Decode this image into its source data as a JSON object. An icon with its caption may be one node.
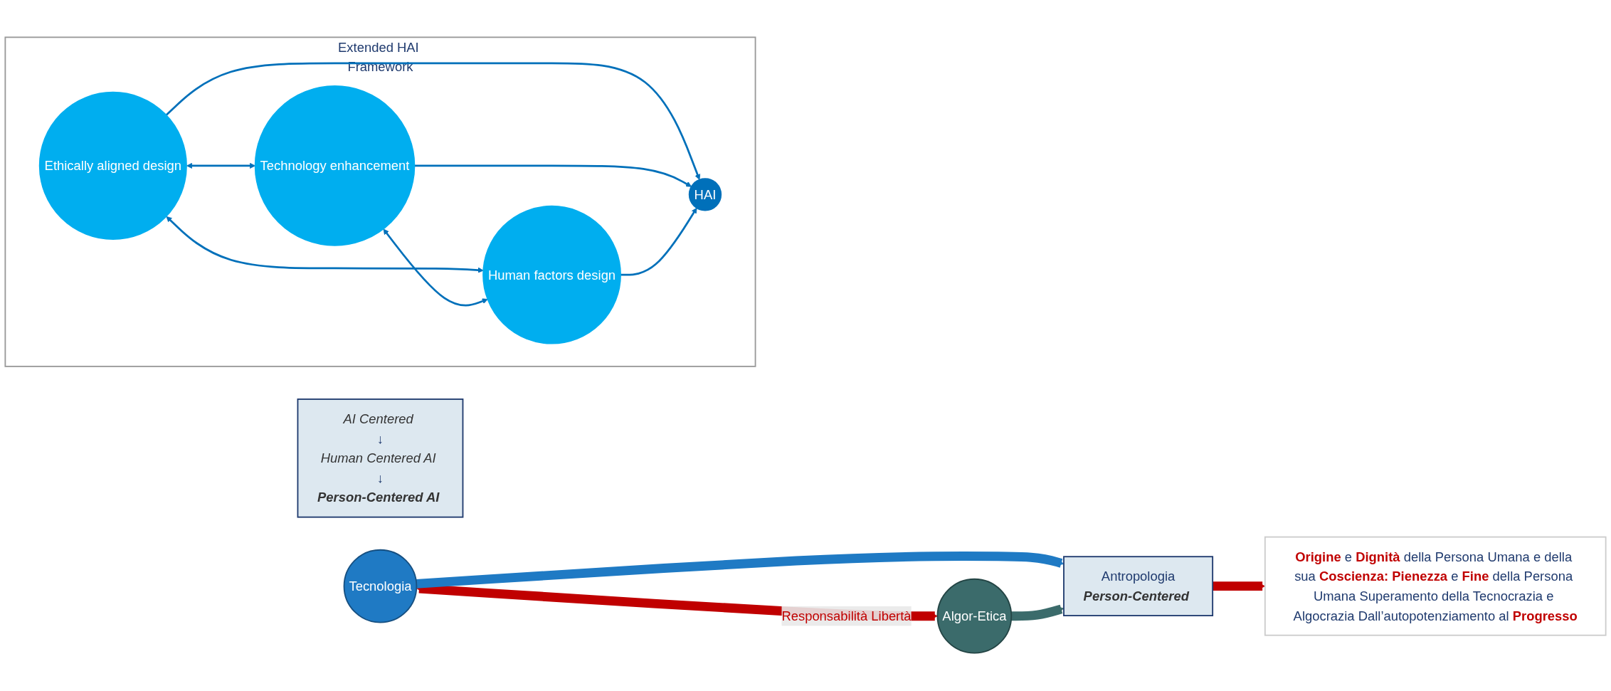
{
  "diagram": {
    "nodes": [
      {
        "text": [
          "AI Centered",
          "↓",
          "Human Centered AI",
          "↓",
          "Person-Centered AI"
        ]
      },
      {
        "text": [
          "Tecnologia"
        ]
      },
      {
        "text": [
          "Algor-Etica"
        ]
      },
      {
        "text": [
          "Antropologia",
          "Person-Centered"
        ]
      },
      {
        "text": [
          "**Origine** e **Dignità** della Persona Umana e della sua **Coscienza:** **Pienezza** e **Fine** della Persona Umana Superamento della Tecnocrazia e Algocrazia Dall’autopotenziamento al **Progresso**"
        ]
      },
      {
        "text": [
          "Extended HAI Framework"
        ]
      },
      {
        "text": [
          "Ethically aligned design"
        ],
        "in": 5
      },
      {
        "text": [
          "HAI"
        ],
        "in": 5
      },
      {
        "text": [
          "Technology enhancement"
        ],
        "in": 5
      },
      {
        "text": [
          "Human factors design"
        ],
        "in": 5
      }
    ],
    "edges": [
      {
        "from": 1,
        "to": 2,
        "arrow": "both",
        "label": "Responsabilità Libertà",
        "style": "thick",
        "color": "#c00000"
      },
      {
        "from": 1,
        "to": 3,
        "arrow": "to",
        "style": "thick",
        "color": "#1f7ac4"
      },
      {
        "from": 2,
        "to": 3,
        "arrow": "to",
        "style": "thick",
        "color": "#3b6b6b"
      },
      {
        "from": 3,
        "to": 4,
        "arrow": "to",
        "style": "thick",
        "color": "#c00000"
      },
      {
        "from": 6,
        "to": 7,
        "arrow": "to"
      },
      {
        "from": 8,
        "to": 7,
        "arrow": "to"
      },
      {
        "from": 9,
        "to": 7,
        "arrow": "to"
      },
      {
        "from": 6,
        "to": 9,
        "arrow": "both"
      },
      {
        "from": 8,
        "to": 9,
        "arrow": "both"
      },
      {
        "from": 6,
        "to": 8,
        "arrow": "both"
      }
    ]
  }
}
